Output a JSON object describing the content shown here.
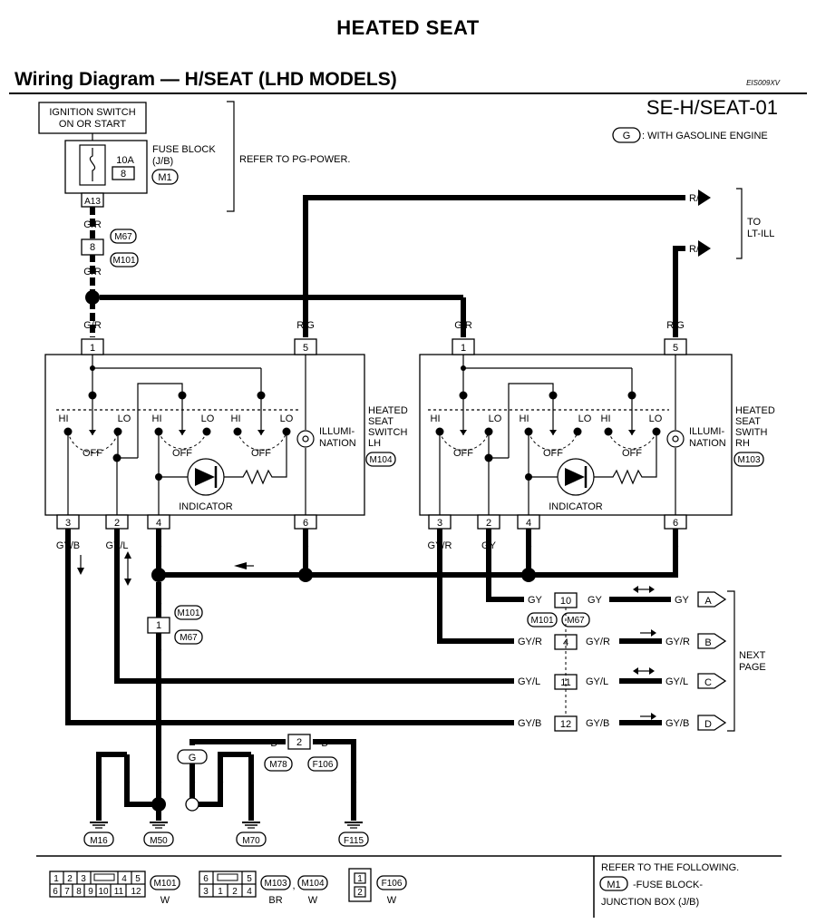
{
  "header": {
    "title": "HEATED SEAT"
  },
  "diagram": {
    "title": "Wiring Diagram — H/SEAT (LHD MODELS)",
    "code": "EIS009XV",
    "id": "SE-H/SEAT-01",
    "legend_badge": "G",
    "legend_text": ": WITH GASOLINE ENGINE"
  },
  "power": {
    "ign_line1": "IGNITION SWITCH",
    "ign_line2": "ON OR START",
    "fuse_amp": "10A",
    "fuse_no": "8",
    "fuse_block_l1": "FUSE BLOCK",
    "fuse_block_l2": "(J/B)",
    "fuse_conn": "M1",
    "fuse_pin": "A13",
    "refer": "REFER TO PG-POWER."
  },
  "wires": {
    "gr": "G/R",
    "rg": "R/G",
    "gyb": "GY/B",
    "gyl": "GY/L",
    "gyr": "GY/R",
    "gy": "GY",
    "b": "B"
  },
  "connectors": {
    "m67": "M67",
    "m101": "M101",
    "m78": "M78",
    "f106": "F106",
    "m104": "M104",
    "m103": "M103",
    "m16": "M16",
    "m50": "M50",
    "m70": "M70",
    "f115": "F115",
    "j8": "8",
    "j1": "1",
    "j2": "2",
    "j4": "4",
    "j10": "10",
    "j11": "11",
    "j12": "12"
  },
  "pins": {
    "p1": "1",
    "p2": "2",
    "p3": "3",
    "p4": "4",
    "p5": "5",
    "p6": "6"
  },
  "ill": {
    "to": "TO",
    "target": "LT-ILL"
  },
  "switch": {
    "hi": "HI",
    "lo": "LO",
    "off": "OFF",
    "indicator": "INDICATOR",
    "illum1": "ILLUMI-",
    "illum2": "NATION",
    "lh_l1": "HEATED",
    "lh_l2": "SEAT",
    "lh_l3": "SWITCH",
    "lh_l4": "LH",
    "rh_l1": "HEATED",
    "rh_l2": "SEAT",
    "rh_l3": "SWITH",
    "rh_l4": "RH"
  },
  "next": {
    "l1": "NEXT",
    "l2": "PAGE",
    "a": "A",
    "b": "B",
    "c": "C",
    "d": "D"
  },
  "footer": {
    "m101_cells_top": [
      "1",
      "2",
      "3",
      "",
      "4",
      "5"
    ],
    "m101_cells_bottom": [
      "6",
      "7",
      "8",
      "9",
      "10",
      "11",
      "12"
    ],
    "m103_cells_top": [
      "6",
      "",
      "5"
    ],
    "m103_cells_bottom": [
      "3",
      "1",
      "2",
      "4"
    ],
    "f106_top": "1",
    "f106_bottom": "2",
    "m101_label": "M101",
    "m101_color": "W",
    "m103_label": "M103",
    "sep": ",",
    "m104_label": "M104",
    "m103_color": "BR",
    "m104_color": "W",
    "f106_label": "F106",
    "f106_color": "W",
    "refer_line": "REFER TO THE FOLLOWING.",
    "ref_conn": "M1",
    "ref_text1": "-FUSE BLOCK-",
    "ref_text2": "JUNCTION BOX (J/B)"
  }
}
